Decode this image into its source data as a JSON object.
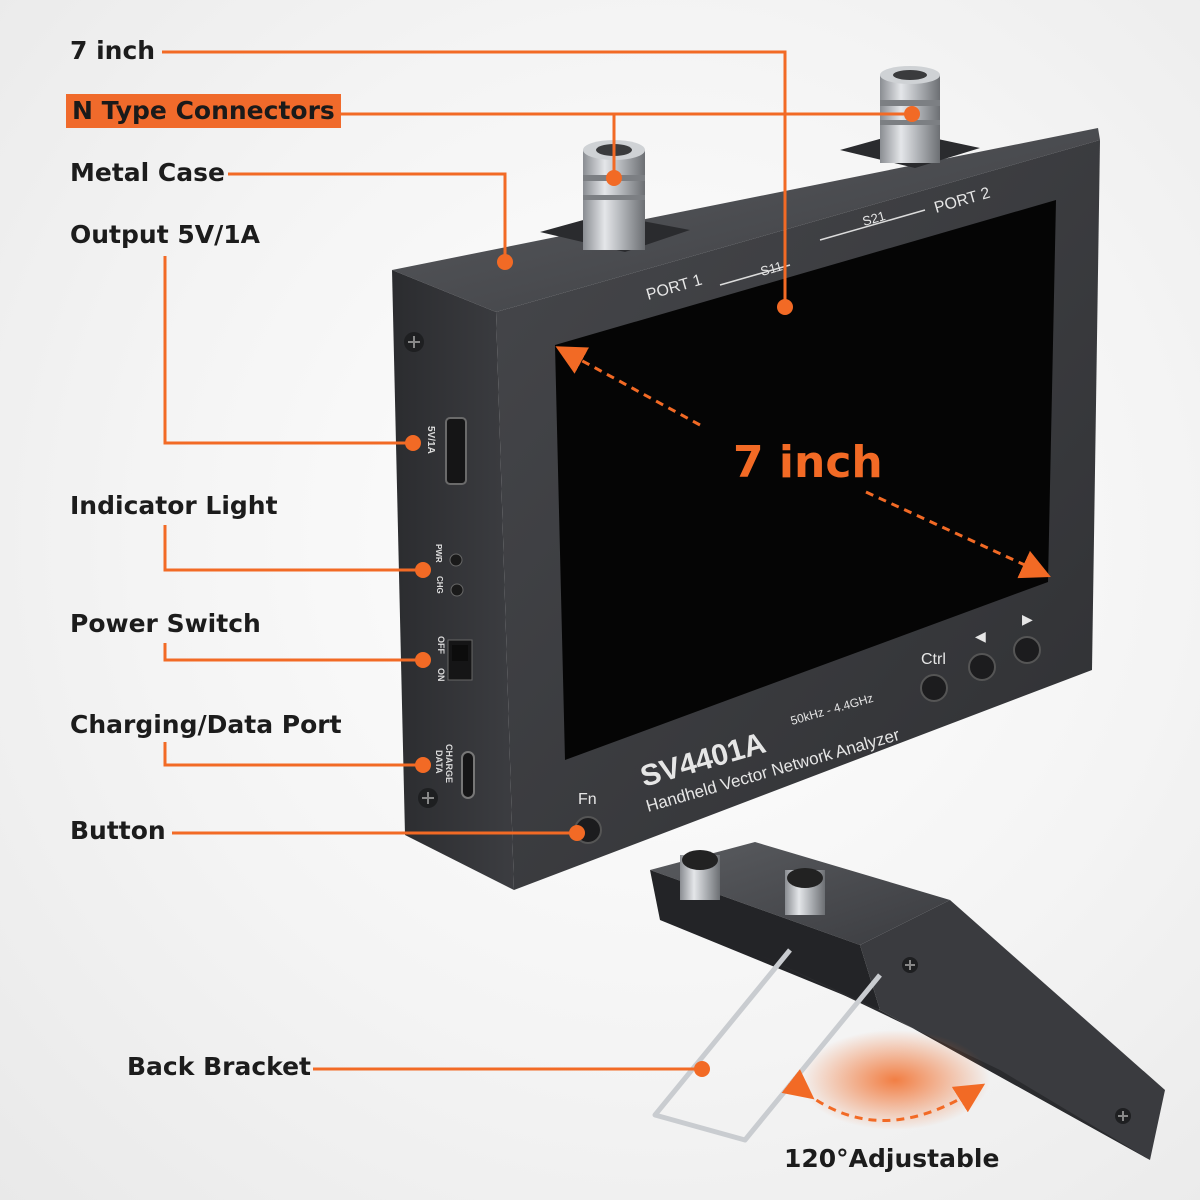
{
  "callouts": {
    "seven_inch": "7 inch",
    "n_type": "N Type Connectors",
    "metal_case": "Metal Case",
    "output": "Output 5V/1A",
    "indicator": "Indicator Light",
    "power_switch": "Power Switch",
    "charging_port": "Charging/Data Port",
    "button": "Button",
    "back_bracket": "Back Bracket",
    "adjustable": "120°Adjustable"
  },
  "device": {
    "model": "SV4401A",
    "subtitle": "Handheld Vector Network Analyzer",
    "range": "50kHz - 4.4GHz",
    "screen_size": "7 inch",
    "port1": "PORT 1",
    "port2": "PORT 2",
    "s11": "S11",
    "s21": "S21",
    "btn_fn": "Fn",
    "btn_ctrl": "Ctrl",
    "btn_left": "◀",
    "btn_right": "▶",
    "side_usb": "5V/1A",
    "side_pwr": "PWR",
    "side_chg": "CHG",
    "side_off": "OFF",
    "side_on": "ON",
    "side_charge": "CHARGE",
    "side_data": "DATA"
  },
  "colors": {
    "accent": "#f06a2b",
    "case": "#3a3b3d",
    "screen": "#050505"
  }
}
